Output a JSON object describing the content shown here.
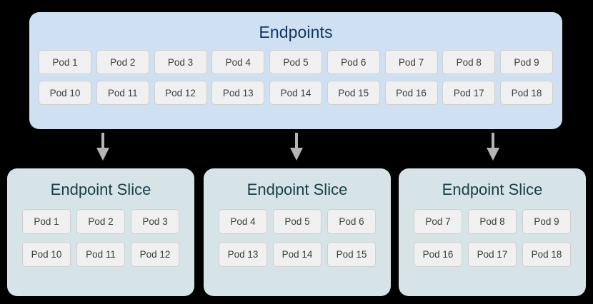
{
  "diagram": {
    "type": "kubernetes-endpointslice-diagram",
    "background_color": "#000000",
    "colors": {
      "endpoints_panel_bg": "#cfe0f3",
      "endpoints_title": "#12355b",
      "slice_panel_bg": "#d6e4e7",
      "slice_title": "#1b4049",
      "pod_chip_bg": "#f0f0f0",
      "pod_chip_border": "#cfcfcf",
      "pod_chip_text": "#3c3c3c",
      "arrow": "#b5b5b5"
    }
  },
  "endpoints": {
    "title": "Endpoints",
    "rows": [
      [
        "Pod 1",
        "Pod 2",
        "Pod 3",
        "Pod 4",
        "Pod 5",
        "Pod 6",
        "Pod 7",
        "Pod 8",
        "Pod 9"
      ],
      [
        "Pod 10",
        "Pod 11",
        "Pod 12",
        "Pod 13",
        "Pod 14",
        "Pod 15",
        "Pod 16",
        "Pod 17",
        "Pod 18"
      ]
    ]
  },
  "arrows": [
    {
      "name": "arrow-to-slice-1",
      "direction": "down"
    },
    {
      "name": "arrow-to-slice-2",
      "direction": "down"
    },
    {
      "name": "arrow-to-slice-3",
      "direction": "down"
    }
  ],
  "slices": [
    {
      "title": "Endpoint Slice",
      "rows": [
        [
          "Pod 1",
          "Pod 2",
          "Pod 3"
        ],
        [
          "Pod 10",
          "Pod 11",
          "Pod 12"
        ]
      ]
    },
    {
      "title": "Endpoint Slice",
      "rows": [
        [
          "Pod 4",
          "Pod 5",
          "Pod 6"
        ],
        [
          "Pod 13",
          "Pod 14",
          "Pod 15"
        ]
      ]
    },
    {
      "title": "Endpoint Slice",
      "rows": [
        [
          "Pod 7",
          "Pod 8",
          "Pod 9"
        ],
        [
          "Pod 16",
          "Pod 17",
          "Pod 18"
        ]
      ]
    }
  ]
}
